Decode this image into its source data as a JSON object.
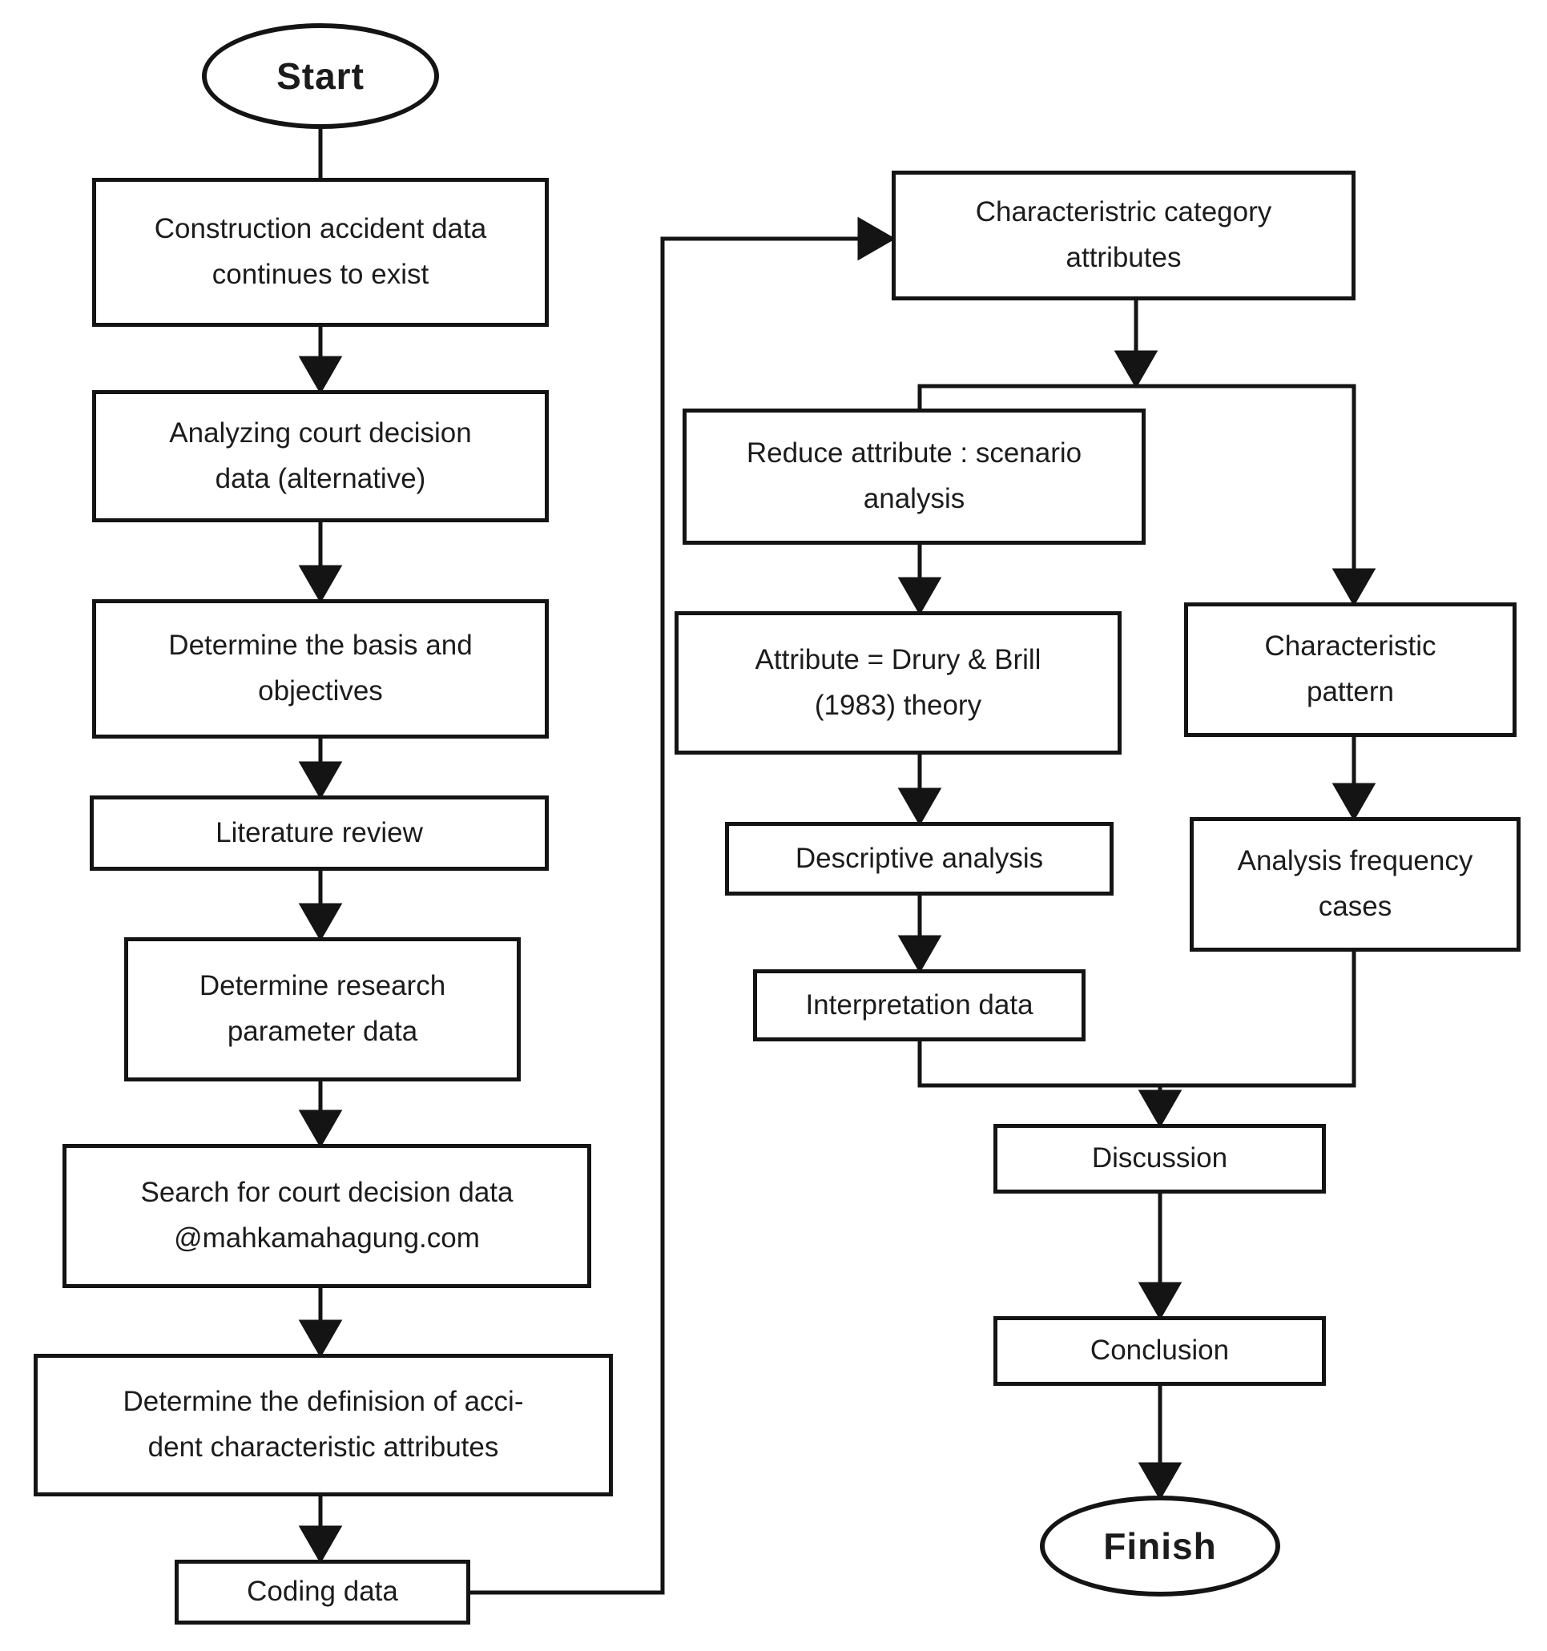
{
  "diagram": {
    "type": "flowchart",
    "colors": {
      "stroke": "#141414",
      "background": "#ffffff",
      "text": "#1c1c1c"
    },
    "nodes": {
      "start": {
        "shape": "ellipse",
        "label": "Start"
      },
      "construction": {
        "shape": "process",
        "label": "Construction accident data\ncontinues to exist"
      },
      "analyzing": {
        "shape": "process",
        "label": "Analyzing court decision\ndata (alternative)"
      },
      "basis": {
        "shape": "process",
        "label": "Determine the basis and\nobjectives"
      },
      "literature": {
        "shape": "process",
        "label": "Literature review"
      },
      "parameter": {
        "shape": "process",
        "label": "Determine research\nparameter data"
      },
      "search": {
        "shape": "process",
        "label": "Search for court decision data\n@mahkamahagung.com"
      },
      "definision": {
        "shape": "process",
        "label": "Determine the definision of acci-\ndent characteristic attributes"
      },
      "coding": {
        "shape": "process",
        "label": "Coding data"
      },
      "category": {
        "shape": "process",
        "label": "Characteristric category\nattributes"
      },
      "reduce": {
        "shape": "process",
        "label": "Reduce attribute : scenario\nanalysis"
      },
      "drury": {
        "shape": "process",
        "label": "Attribute = Drury & Brill\n(1983) theory"
      },
      "descriptive": {
        "shape": "process",
        "label": "Descriptive analysis"
      },
      "interpretation": {
        "shape": "process",
        "label": "Interpretation data"
      },
      "pattern": {
        "shape": "process",
        "label": "Characteristic\npattern"
      },
      "frequency": {
        "shape": "process",
        "label": "Analysis frequency\ncases"
      },
      "discussion": {
        "shape": "process",
        "label": "Discussion"
      },
      "conclusion": {
        "shape": "process",
        "label": "Conclusion"
      },
      "finish": {
        "shape": "ellipse",
        "label": "Finish"
      }
    },
    "edges": [
      {
        "from": "start",
        "to": "construction"
      },
      {
        "from": "construction",
        "to": "analyzing"
      },
      {
        "from": "analyzing",
        "to": "basis"
      },
      {
        "from": "basis",
        "to": "literature"
      },
      {
        "from": "literature",
        "to": "parameter"
      },
      {
        "from": "parameter",
        "to": "search"
      },
      {
        "from": "search",
        "to": "definision"
      },
      {
        "from": "definision",
        "to": "coding"
      },
      {
        "from": "coding",
        "to": "category"
      },
      {
        "from": "category",
        "to": "reduce"
      },
      {
        "from": "category",
        "to": "pattern"
      },
      {
        "from": "reduce",
        "to": "drury"
      },
      {
        "from": "drury",
        "to": "descriptive"
      },
      {
        "from": "descriptive",
        "to": "interpretation"
      },
      {
        "from": "pattern",
        "to": "frequency"
      },
      {
        "from": "interpretation",
        "to": "discussion"
      },
      {
        "from": "frequency",
        "to": "discussion"
      },
      {
        "from": "discussion",
        "to": "conclusion"
      },
      {
        "from": "conclusion",
        "to": "finish"
      }
    ]
  }
}
